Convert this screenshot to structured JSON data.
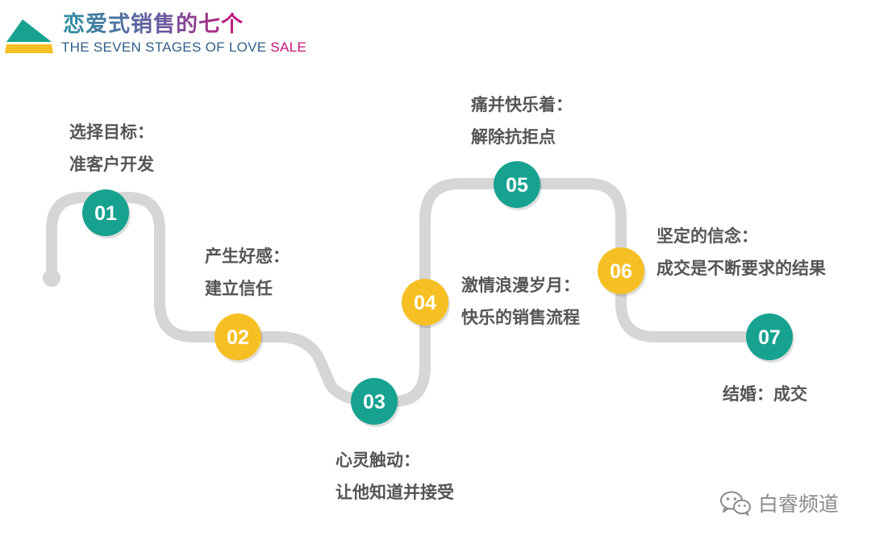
{
  "header": {
    "title": "恋爱式销售的七个",
    "subtitle_main": "THE SEVEN STAGES OF LOVE ",
    "subtitle_accent": "SALE"
  },
  "colors": {
    "teal": "#17a290",
    "yellow": "#f6c024",
    "path": "#d6d6d6",
    "title_gradient_start": "#2a8fa0",
    "title_gradient_end": "#c8157a",
    "subtitle_text": "#2f5e8a",
    "subtitle_accent": "#c8157a",
    "logo_green": "#17a290",
    "logo_yellow": "#f6c024"
  },
  "stages": [
    {
      "number": "01",
      "color": "teal",
      "line1": "选择目标：",
      "line2": "准客户开发"
    },
    {
      "number": "02",
      "color": "yellow",
      "line1": "产生好感：",
      "line2": "建立信任"
    },
    {
      "number": "03",
      "color": "teal",
      "line1": "心灵触动：",
      "line2": "让他知道并接受"
    },
    {
      "number": "04",
      "color": "yellow",
      "line1": "激情浪漫岁月：",
      "line2": "快乐的销售流程"
    },
    {
      "number": "05",
      "color": "teal",
      "line1": "痛并快乐着：",
      "line2": "解除抗拒点"
    },
    {
      "number": "06",
      "color": "yellow",
      "line1": "坚定的信念：",
      "line2": "成交是不断要求的结果"
    },
    {
      "number": "07",
      "color": "teal",
      "line1": "结婚：成交",
      "line2": ""
    }
  ],
  "watermark": {
    "icon": "wechat-icon",
    "text": "白睿频道"
  }
}
